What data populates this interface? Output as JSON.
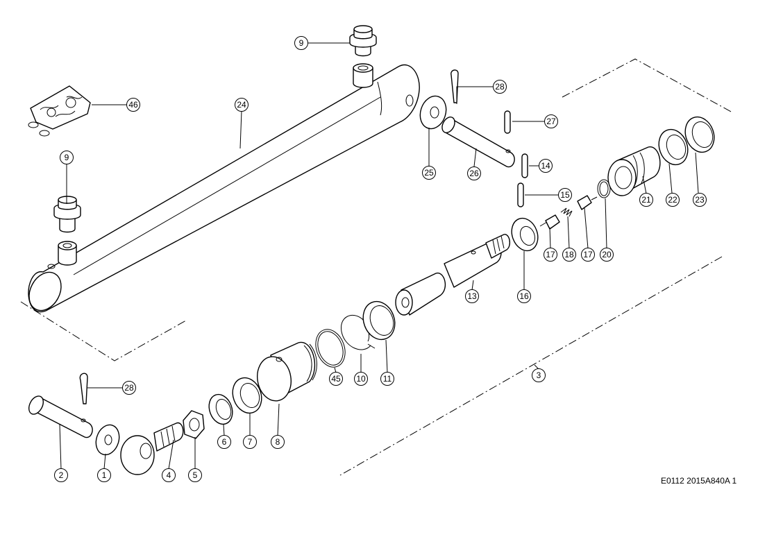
{
  "drawing_code": "E0112 2015A840A 1",
  "callouts": {
    "c9a": "9",
    "c46": "46",
    "c24": "24",
    "c9b": "9",
    "c28a": "28",
    "c27": "27",
    "c25": "25",
    "c26": "26",
    "c14": "14",
    "c15": "15",
    "c21": "21",
    "c22": "22",
    "c23": "23",
    "c20": "20",
    "c17a": "17",
    "c18": "18",
    "c17b": "17",
    "c16": "16",
    "c13": "13",
    "c11": "11",
    "c10": "10",
    "c45": "45",
    "c3": "3",
    "c28b": "28",
    "c8": "8",
    "c7": "7",
    "c6": "6",
    "c5": "5",
    "c4": "4",
    "c1": "1",
    "c2": "2"
  }
}
